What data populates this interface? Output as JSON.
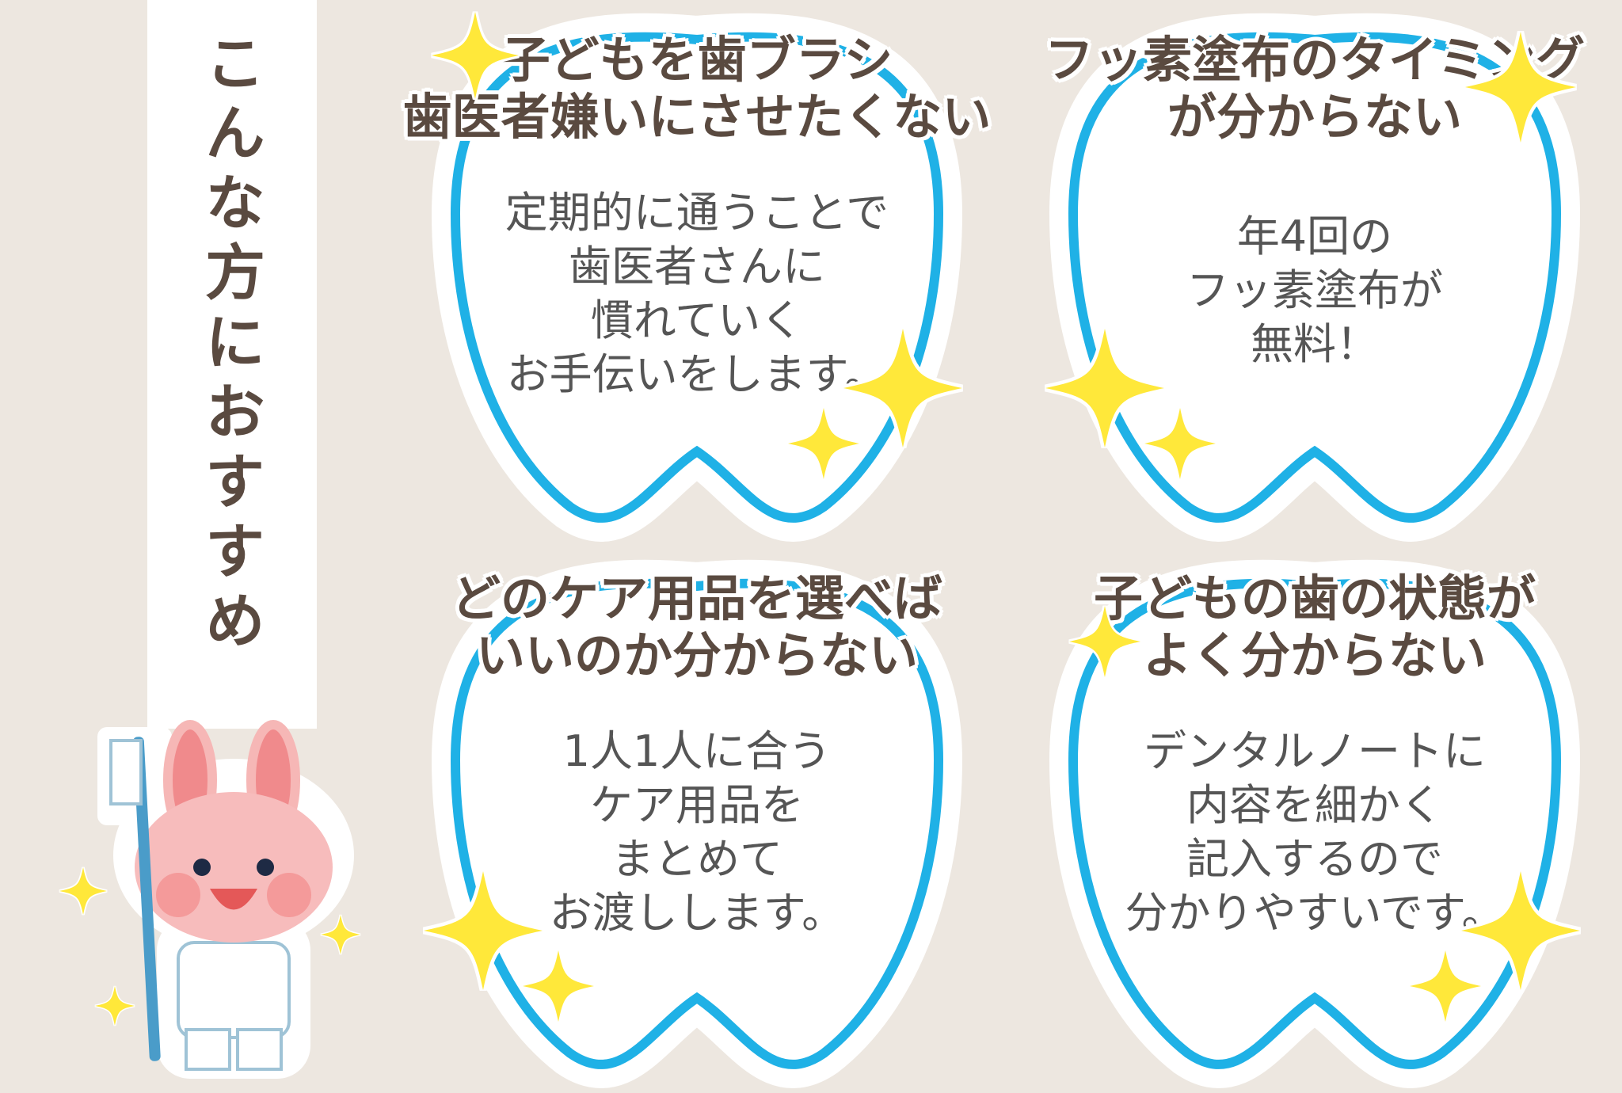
{
  "heading": "こんな方におすすめ",
  "cards": [
    {
      "title": [
        "子どもを歯ブラシ",
        "歯医者嫌いにさせたくない"
      ],
      "body": [
        "定期的に通うことで",
        "歯医者さんに",
        "慣れていく",
        "お手伝いをします。"
      ]
    },
    {
      "title": [
        "フッ素塗布のタイミング",
        "が分からない"
      ],
      "body": [
        "年4回の",
        "フッ素塗布が",
        "無料！"
      ]
    },
    {
      "title": [
        "どのケア用品を選べば",
        "いいのか分からない"
      ],
      "body": [
        "1人1人に合う",
        "ケア用品を",
        "まとめて",
        "お渡しします。"
      ]
    },
    {
      "title": [
        "子どもの歯の状態が",
        "よく分からない"
      ],
      "body": [
        "デンタルノートに",
        "内容を細かく",
        "記入するので",
        "分かりやすいです。"
      ]
    }
  ],
  "colors": {
    "background": "#ede7e0",
    "tooth_outline": "#1fb1e6",
    "sparkle": "#ffe83a",
    "title_text": "#5a4a40",
    "body_text": "#555555"
  }
}
